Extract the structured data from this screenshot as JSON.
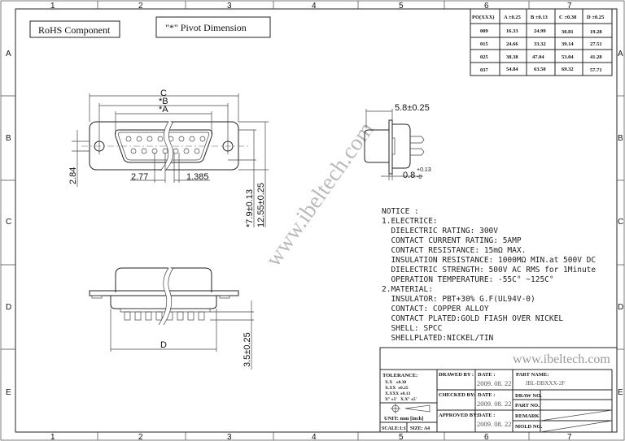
{
  "grid": {
    "cols": [
      "1",
      "2",
      "3",
      "4",
      "5",
      "6",
      "7"
    ],
    "rows": [
      "A",
      "B",
      "C",
      "D",
      "E"
    ]
  },
  "labels": {
    "rohs": "RoHS  Component",
    "pivot": "\"*\" Pivot Dimension"
  },
  "watermark": "www.ibeltech.com",
  "dims": {
    "c": "C",
    "b": "*B",
    "a": "*A",
    "d": "D",
    "left_h": "2.84",
    "pitch1": "2.77",
    "pitch2": "1.385",
    "h1": "*7.9±0.13",
    "h2": "12.55±0.25",
    "side_w": "5.8±0.25",
    "side_t": "0.8",
    "side_t_tol_plus": "+0.13",
    "side_t_tol_minus": "-0",
    "pin_len": "3.5±0.25"
  },
  "table": {
    "headers": [
      "PO(XXX)",
      "A ±0.25",
      "B ±0.13",
      "C ±0.38",
      "D ±0.25"
    ],
    "rows": [
      [
        "009",
        "16.33",
        "24.99",
        "30.81",
        "19.28"
      ],
      [
        "015",
        "24.66",
        "33.32",
        "39.14",
        "27.51"
      ],
      [
        "025",
        "38.38",
        "47.04",
        "53.04",
        "41.28"
      ],
      [
        "037",
        "54.84",
        "63.50",
        "69.32",
        "57.71"
      ]
    ]
  },
  "notes": [
    "NOTICE :",
    "1.ELECTRICE:",
    "  DIELECTRIC RATING: 300V",
    "  CONTACT CURRENT RATING: 5AMP",
    "  CONTACT RESISTANCE: 15mΩ MAX.",
    "  INSULATION RESISTANCE: 1000MΩ MIN.at 500V DC",
    "  DIELECTRIC STRENGTH: 500V AC RMS for 1Minute",
    "  OPERATION TEMPERATURE: -55C° ~125C°",
    "2.MATERIAL:",
    "  INSULATOR: PBT+30% G.F(UL94V-0)",
    "  CONTACT: COPPER ALLOY",
    "  CONTACT PLATED:GOLD FIASH OVER NICKEL",
    "  SHELL: SPCC",
    "  SHELLPLATED:NICKEL/TIN"
  ],
  "titleblock": {
    "tolerance": "TOLERANCE:",
    "tol1": "X.X   ±0.38",
    "tol2": "X.XX  ±0.25",
    "tol3": "X.XXX ±0.13",
    "tol4": "X° ±5'   X.X° ±5'",
    "unit": "UNIT: mm [inch]",
    "scale": "SCALE:1:1",
    "size": "SIZE: A4",
    "drawed": "DRAWED BY :",
    "checked": "CHECKED BY:",
    "approved": "APPROVED BY:",
    "date_label": "DATE :",
    "date1": "2009. 08. 22",
    "date2": "2009. 08. 22",
    "date3": "2009. 08. 22",
    "part_name_label": "PART NAME:",
    "part_name": "IBL-DBXXX-2F",
    "draw_no": "DRAW NO.",
    "part_no": "PART NO.",
    "remark": "REMARK",
    "mold_no": "MOLD NO."
  }
}
